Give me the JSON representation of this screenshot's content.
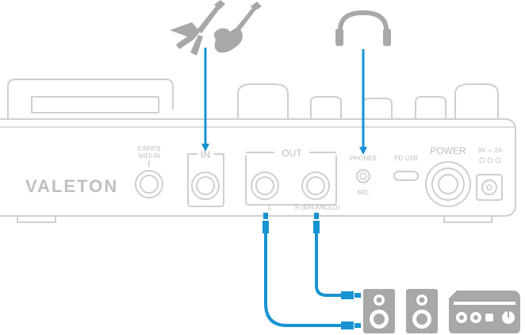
{
  "device": {
    "brand": "VALETON",
    "labels": {
      "exp_midi_line1": "EXP/FS",
      "exp_midi_line2": "MIDI IN",
      "input": "IN",
      "output": "OUT",
      "out_left": "L",
      "out_right": "R (BALANCED)",
      "phones": "PHONES",
      "mic": "MIC",
      "pd_usb": "PD USB",
      "power": "POWER",
      "dc_rating": "9V ⎓ 2A"
    }
  },
  "icons": [
    "electric-guitar-icon",
    "bass-guitar-icon",
    "headphones-icon",
    "studio-monitor-icon",
    "audio-interface-icon"
  ],
  "colors": {
    "cable_blue": "#1793d1",
    "outline_gray": "#cfcfcf",
    "icon_gray": "#a8a8a8",
    "text_gray": "#bdbdbd"
  }
}
